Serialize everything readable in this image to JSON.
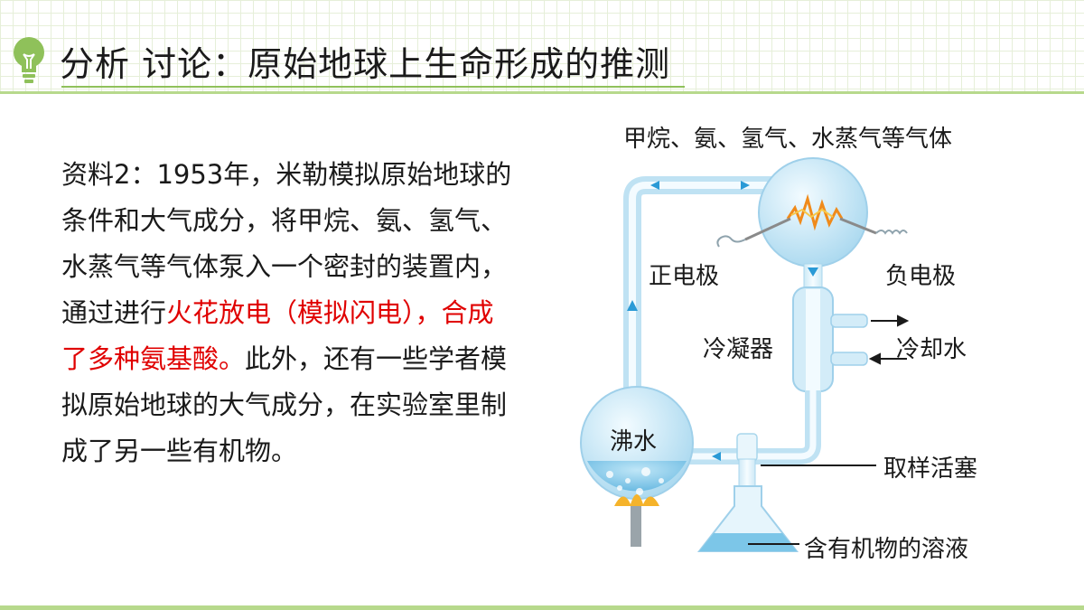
{
  "header": {
    "title": "分析 讨论：原始地球上生命形成的推测",
    "icon": "lightbulb-icon",
    "accent_color": "#8fc15a"
  },
  "body": {
    "text_before": "资料2：1953年，米勒模拟原始地球的条件和大气成分，将甲烷、氨、氢气、水蒸气等气体泵入一个密封的装置内，通过进行",
    "text_highlight": "火花放电（模拟闪电），合成了多种氨基酸。",
    "text_after": "此外，还有一些学者模拟原始地球的大气成分，在实验室里制成了另一些有机物。",
    "highlight_color": "#e00000"
  },
  "diagram": {
    "gases_label": "甲烷、氨、氢气、水蒸气等气体",
    "positive_electrode": "正电极",
    "negative_electrode": "负电极",
    "condenser": "冷凝器",
    "cooling_water": "冷却水",
    "boiling_water": "沸水",
    "sampling_valve": "取样活塞",
    "organic_solution": "含有机物的溶液"
  }
}
